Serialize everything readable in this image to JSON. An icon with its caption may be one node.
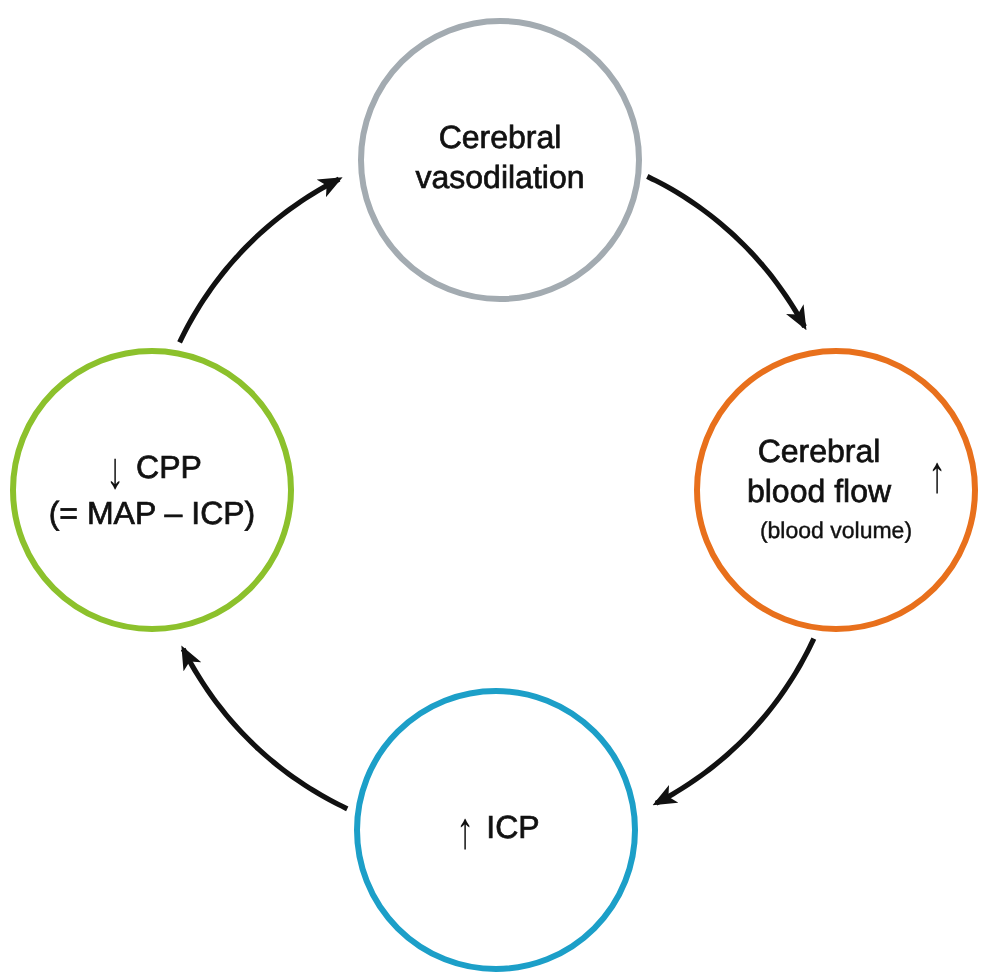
{
  "diagram": {
    "nodes": [
      {
        "text": [
          "Cerebral vasodilation"
        ]
      },
      {
        "text": [
          "Cerebral blood flow",
          "↑",
          "(blood volume)"
        ]
      },
      {
        "text": [
          "↑",
          "ICP"
        ]
      },
      {
        "text": [
          "↓",
          "CPP",
          "(= MAP – ICP)"
        ]
      }
    ],
    "edges": [
      {
        "from": 0,
        "to": 1,
        "arrow": "to"
      },
      {
        "from": 1,
        "to": 2,
        "arrow": "to"
      },
      {
        "from": 2,
        "to": 3,
        "arrow": "to"
      },
      {
        "from": 3,
        "to": 0,
        "arrow": "to"
      }
    ]
  }
}
